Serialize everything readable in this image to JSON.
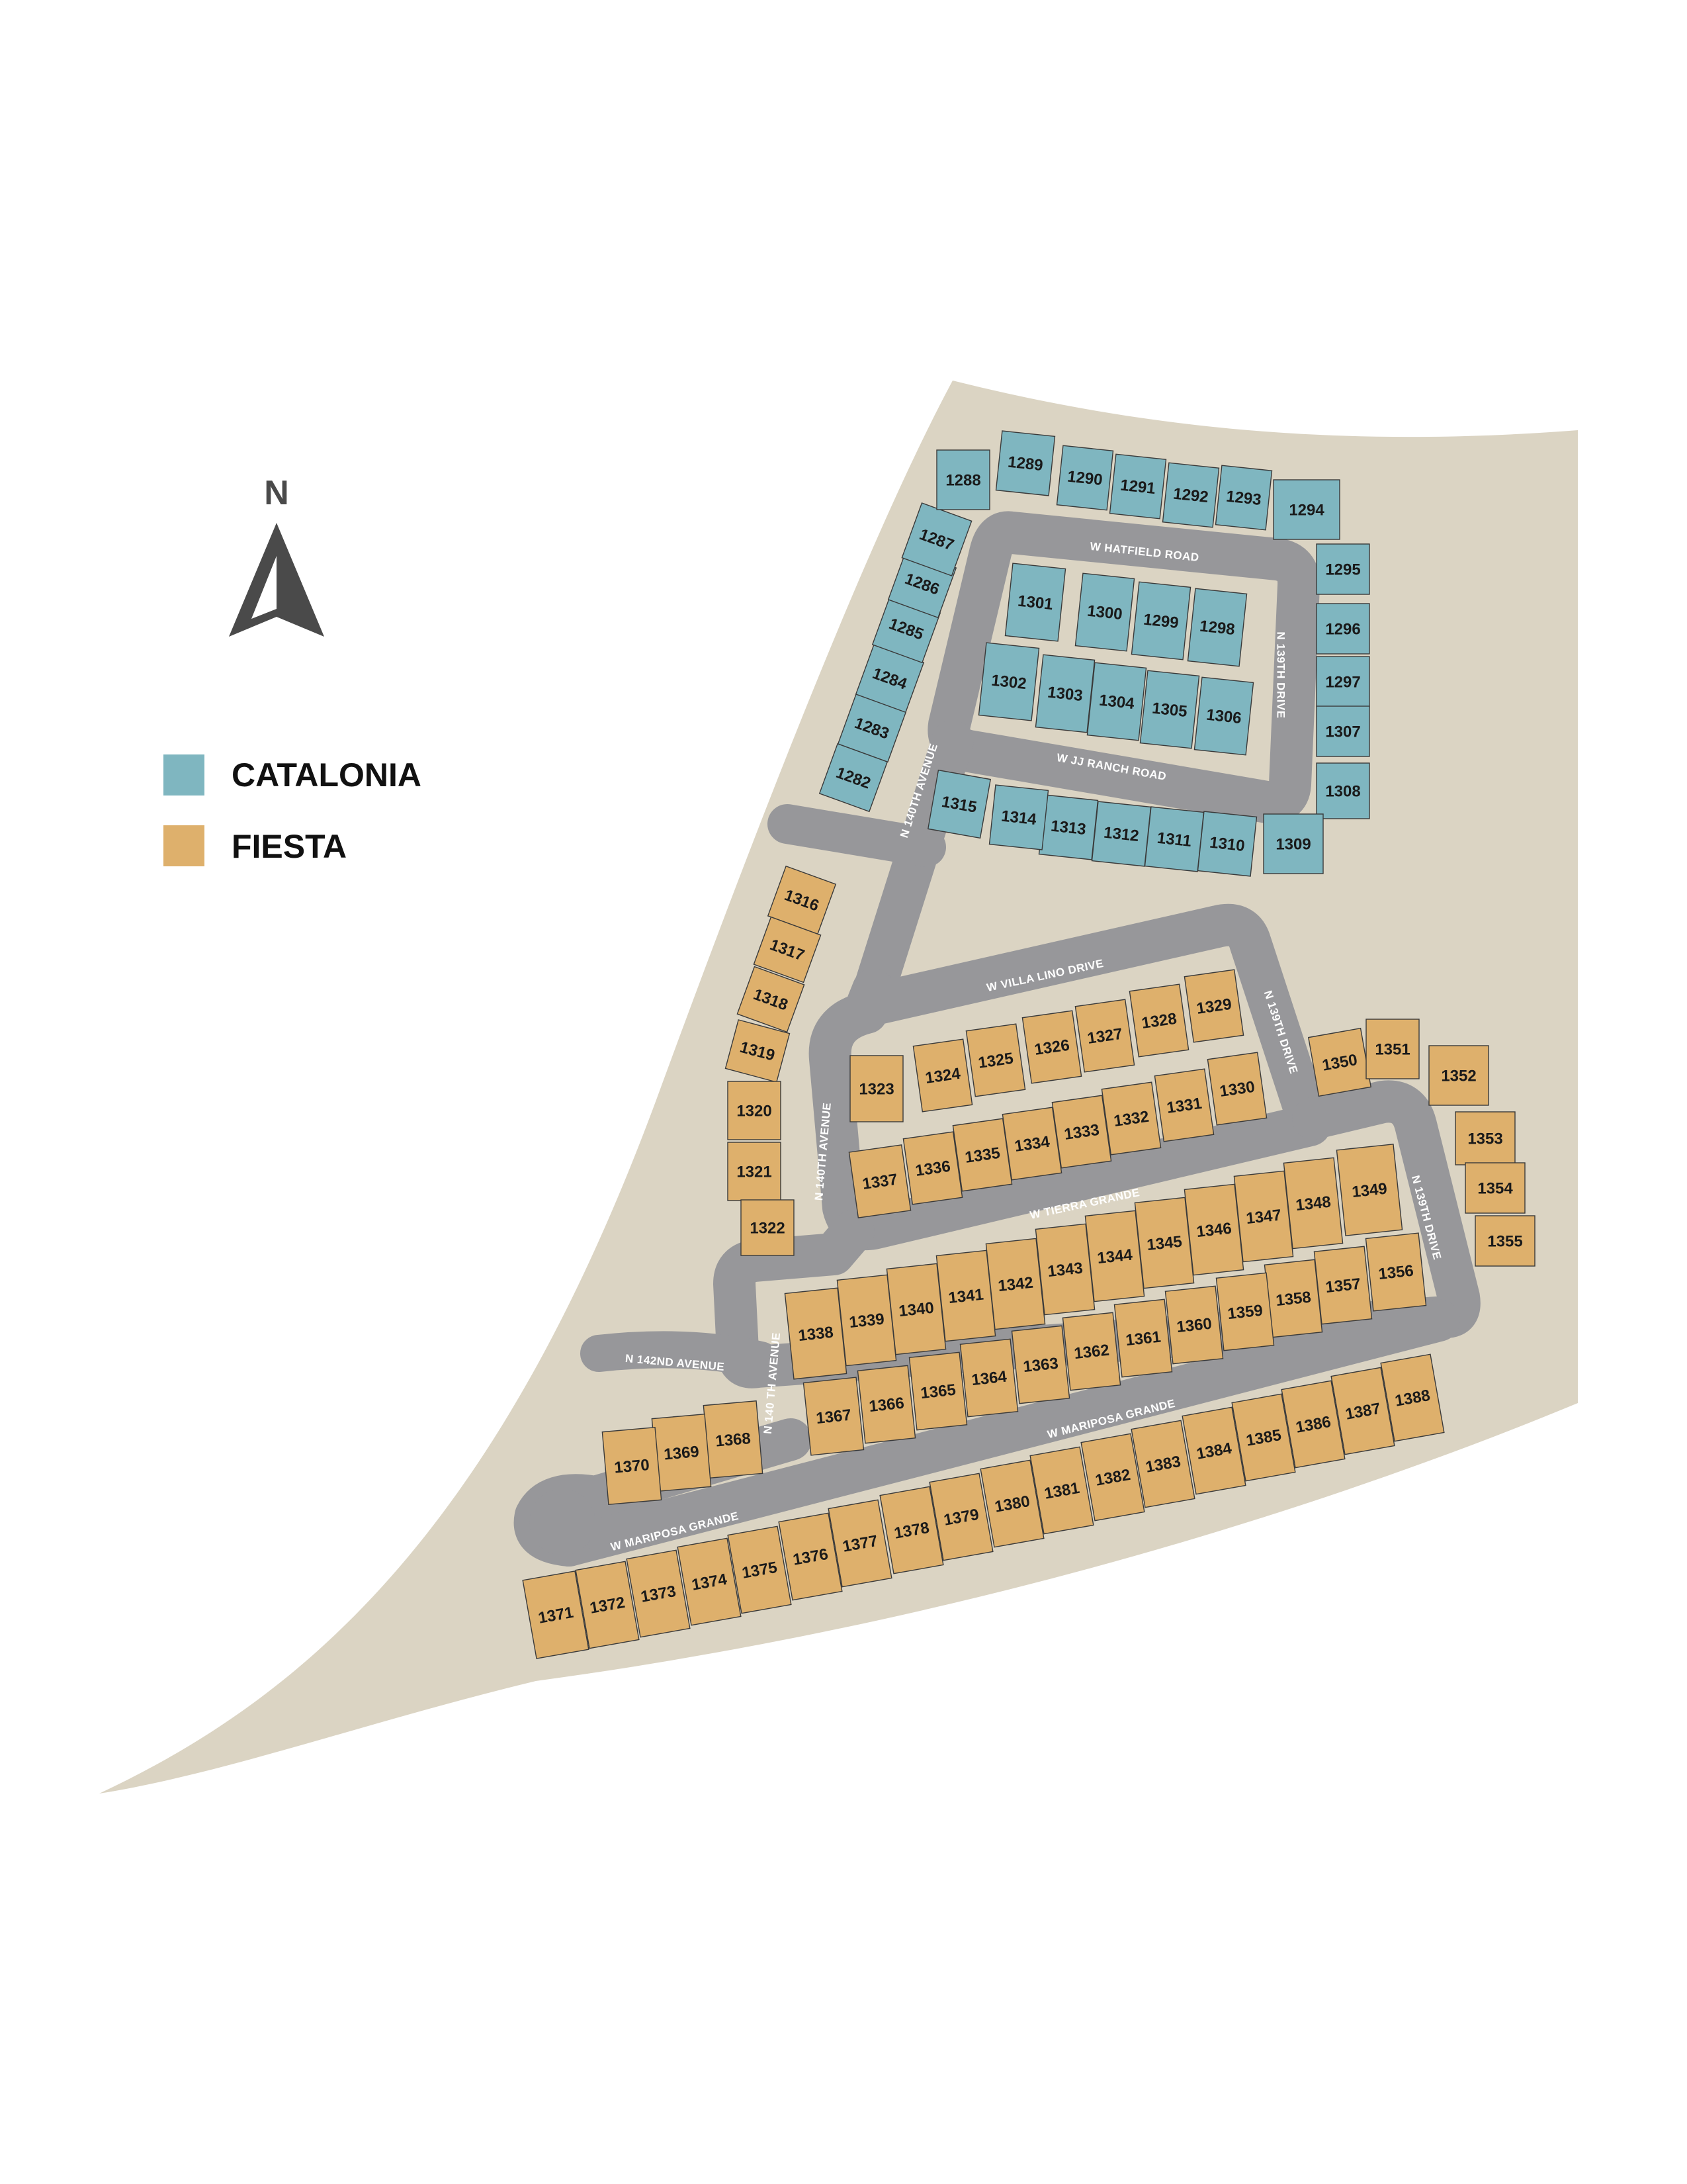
{
  "colors": {
    "land": "#dbd4c3",
    "road": "#97979a",
    "road_edge": "#dad8d4",
    "catalonia": "#7fb6c0",
    "fiesta": "#deb06c",
    "lot_border": "#3a3a3a",
    "north_arrow": "#4a4a4a"
  },
  "compass": {
    "letter": "N",
    "icon": "north-arrow-icon"
  },
  "legend": [
    {
      "key": "catalonia",
      "label": "CATALONIA"
    },
    {
      "key": "fiesta",
      "label": "FIESTA"
    }
  ],
  "streets": [
    "W HATFIELD ROAD",
    "N 139TH DRIVE",
    "W JJ RANCH ROAD",
    "N 140TH AVENUE",
    "W VILLA LINO DRIVE",
    "N 139TH DRIVE",
    "N 140TH AVENUE",
    "W TIERRA GRANDE",
    "N 139TH DRIVE",
    "N 142ND AVENUE",
    "N 140 TH AVENUE",
    "W MARIPOSA GRANDE",
    "W MARIPOSA GRANDE"
  ],
  "lots": {
    "catalonia": [
      "1282",
      "1283",
      "1284",
      "1285",
      "1286",
      "1287",
      "1288",
      "1289",
      "1290",
      "1291",
      "1292",
      "1293",
      "1294",
      "1295",
      "1296",
      "1297",
      "1298",
      "1299",
      "1300",
      "1301",
      "1302",
      "1303",
      "1304",
      "1305",
      "1306",
      "1307",
      "1308",
      "1309",
      "1310",
      "1311",
      "1312",
      "1313",
      "1314",
      "1315"
    ],
    "fiesta": [
      "1316",
      "1317",
      "1318",
      "1319",
      "1320",
      "1321",
      "1322",
      "1323",
      "1324",
      "1325",
      "1326",
      "1327",
      "1328",
      "1329",
      "1330",
      "1331",
      "1332",
      "1333",
      "1334",
      "1335",
      "1336",
      "1337",
      "1338",
      "1339",
      "1340",
      "1341",
      "1342",
      "1343",
      "1344",
      "1345",
      "1346",
      "1347",
      "1348",
      "1349",
      "1350",
      "1351",
      "1352",
      "1353",
      "1354",
      "1355",
      "1356",
      "1357",
      "1358",
      "1359",
      "1360",
      "1361",
      "1362",
      "1363",
      "1364",
      "1365",
      "1366",
      "1367",
      "1368",
      "1369",
      "1370",
      "1371",
      "1372",
      "1373",
      "1374",
      "1375",
      "1376",
      "1377",
      "1378",
      "1379",
      "1380",
      "1381",
      "1382",
      "1383",
      "1384",
      "1385",
      "1386",
      "1387",
      "1388"
    ]
  }
}
